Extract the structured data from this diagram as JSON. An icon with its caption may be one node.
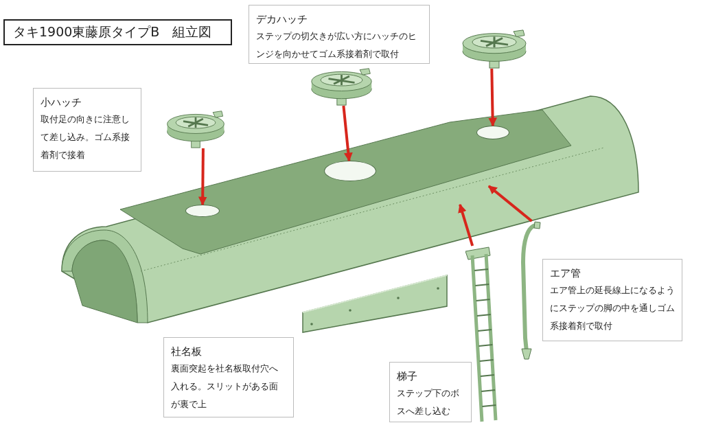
{
  "diagram": {
    "title": "タキ1900東藤原タイプB　組立図",
    "nodes": [
      {
        "text": [
          "デカハッチ",
          "ステップの切欠きが広い方にハッチのヒンジを向かせてゴム系接着剤で取付"
        ]
      },
      {
        "text": [],
        "shape": "picture"
      },
      {
        "text": [
          "小ハッチ",
          "取付足の向きに注意して差し込み。ゴム系接着剤で接着"
        ]
      },
      {
        "text": [],
        "shape": "picture"
      },
      {
        "text": [],
        "shape": "picture"
      },
      {
        "text": [],
        "shape": "picture"
      },
      {
        "text": [],
        "shape": "circle",
        "in": 5
      },
      {
        "text": [],
        "shape": "circle",
        "in": 5
      },
      {
        "text": [],
        "shape": "circle",
        "in": 5
      },
      {
        "text": [],
        "shape": "picture"
      },
      {
        "text": [
          "エア管",
          "エア管上の延長線上になるようにステップの脚の中を通しゴム系接着剤で取付"
        ]
      },
      {
        "text": [],
        "shape": "picture"
      },
      {
        "text": [],
        "shape": "box"
      },
      {
        "text": [
          "社名板",
          "裏面突起を社名板取付穴へ入れる。スリットがある面が裏で上"
        ]
      },
      {
        "text": [
          "梯子",
          "ステップ下のボスへ差し込む"
        ]
      }
    ],
    "edges": [
      {
        "from": 3,
        "to": 6,
        "arrow": "to"
      },
      {
        "from": 4,
        "to": 8,
        "arrow": "to"
      },
      {
        "from": 1,
        "to": 7,
        "arrow": "to"
      },
      {
        "from": 11,
        "to": null,
        "arrow": "to"
      },
      {
        "from": 9,
        "to": null,
        "arrow": "to"
      }
    ]
  }
}
